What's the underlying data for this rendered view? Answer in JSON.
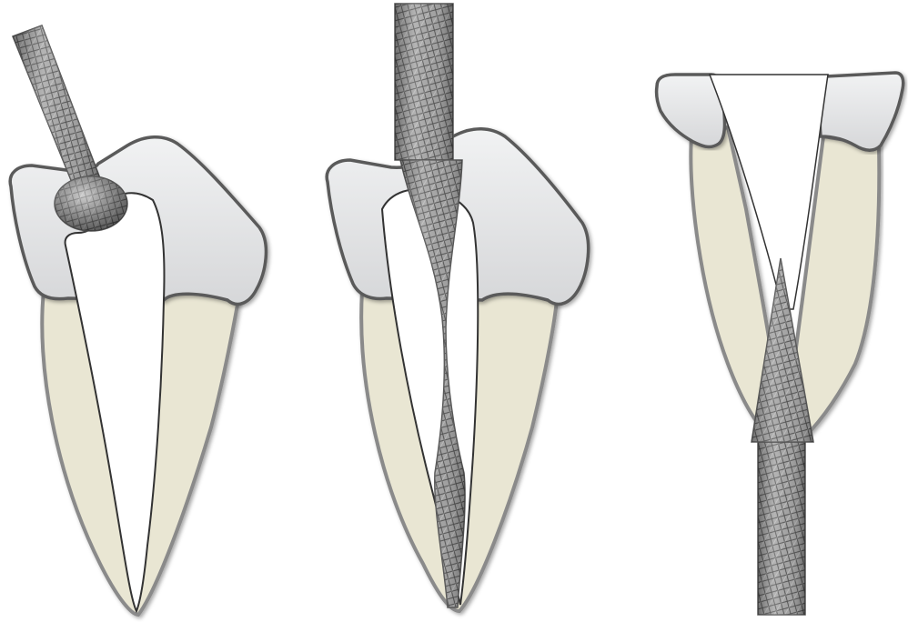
{
  "diagram": {
    "panels": [
      {
        "id": "panel-1",
        "tooth": "tooth-with-access-cavity",
        "instrument": "round-bur"
      },
      {
        "id": "panel-2",
        "tooth": "tooth-with-enlarged-canal",
        "instrument": "tapered-fissure-bur"
      },
      {
        "id": "panel-3",
        "tooth": "sectioned-root",
        "instrument": "inverted-cone-bur"
      }
    ],
    "colors": {
      "enamel": "#e2e3e5",
      "enamel_edge": "#5a5a5a",
      "dentin": "#e9e6d3",
      "root_edge": "#8a8a8a",
      "canal": "#ffffff",
      "metal_light": "#d9d9d9",
      "metal_dark": "#6b6b6b",
      "background": "#ffffff"
    }
  }
}
